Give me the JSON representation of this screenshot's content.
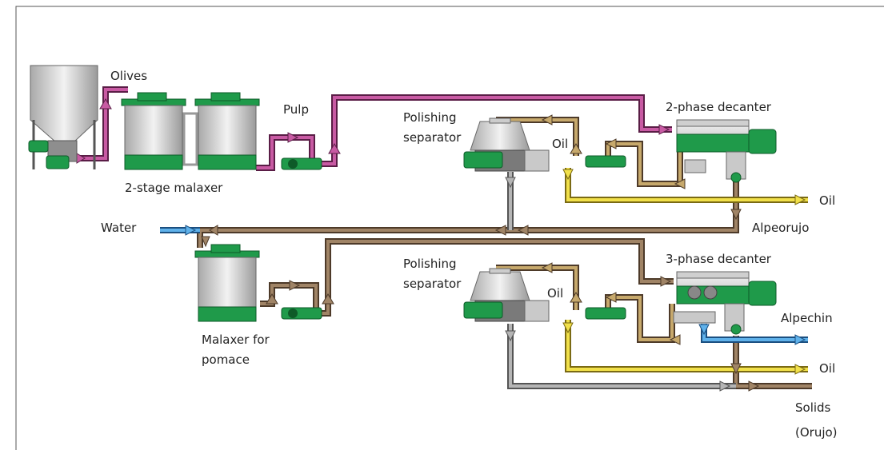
{
  "labels": {
    "olives": "Olives",
    "pulp": "Pulp",
    "malaxer_2stage": "2-stage malaxer",
    "polishing_top_1": "Polishing",
    "polishing_top_2": "separator",
    "oil_top": "Oil",
    "decanter_2phase": "2-phase decanter",
    "oil_out_top": "Oil",
    "alpeorujo": "Alpeorujo",
    "water": "Water",
    "polishing_bot_1": "Polishing",
    "polishing_bot_2": "separator",
    "oil_bot": "Oil",
    "decanter_3phase": "3-phase decanter",
    "alpechin": "Alpechin",
    "oil_out_bot": "Oil",
    "solids_1": "Solids",
    "solids_2": "(Orujo)",
    "malaxer_pomace_1": "Malaxer for",
    "malaxer_pomace_2": "pomace"
  },
  "colors": {
    "pulp_pipe": "#b23b8a",
    "pomace_pipe": "#8a6a4e",
    "oil_pipe": "#e8d23a",
    "water_pipe": "#3c8fd0",
    "solids_pipe": "#8f8f8f",
    "equipment_green": "#1f9a4a",
    "equipment_gray": "#c9c9c9"
  }
}
